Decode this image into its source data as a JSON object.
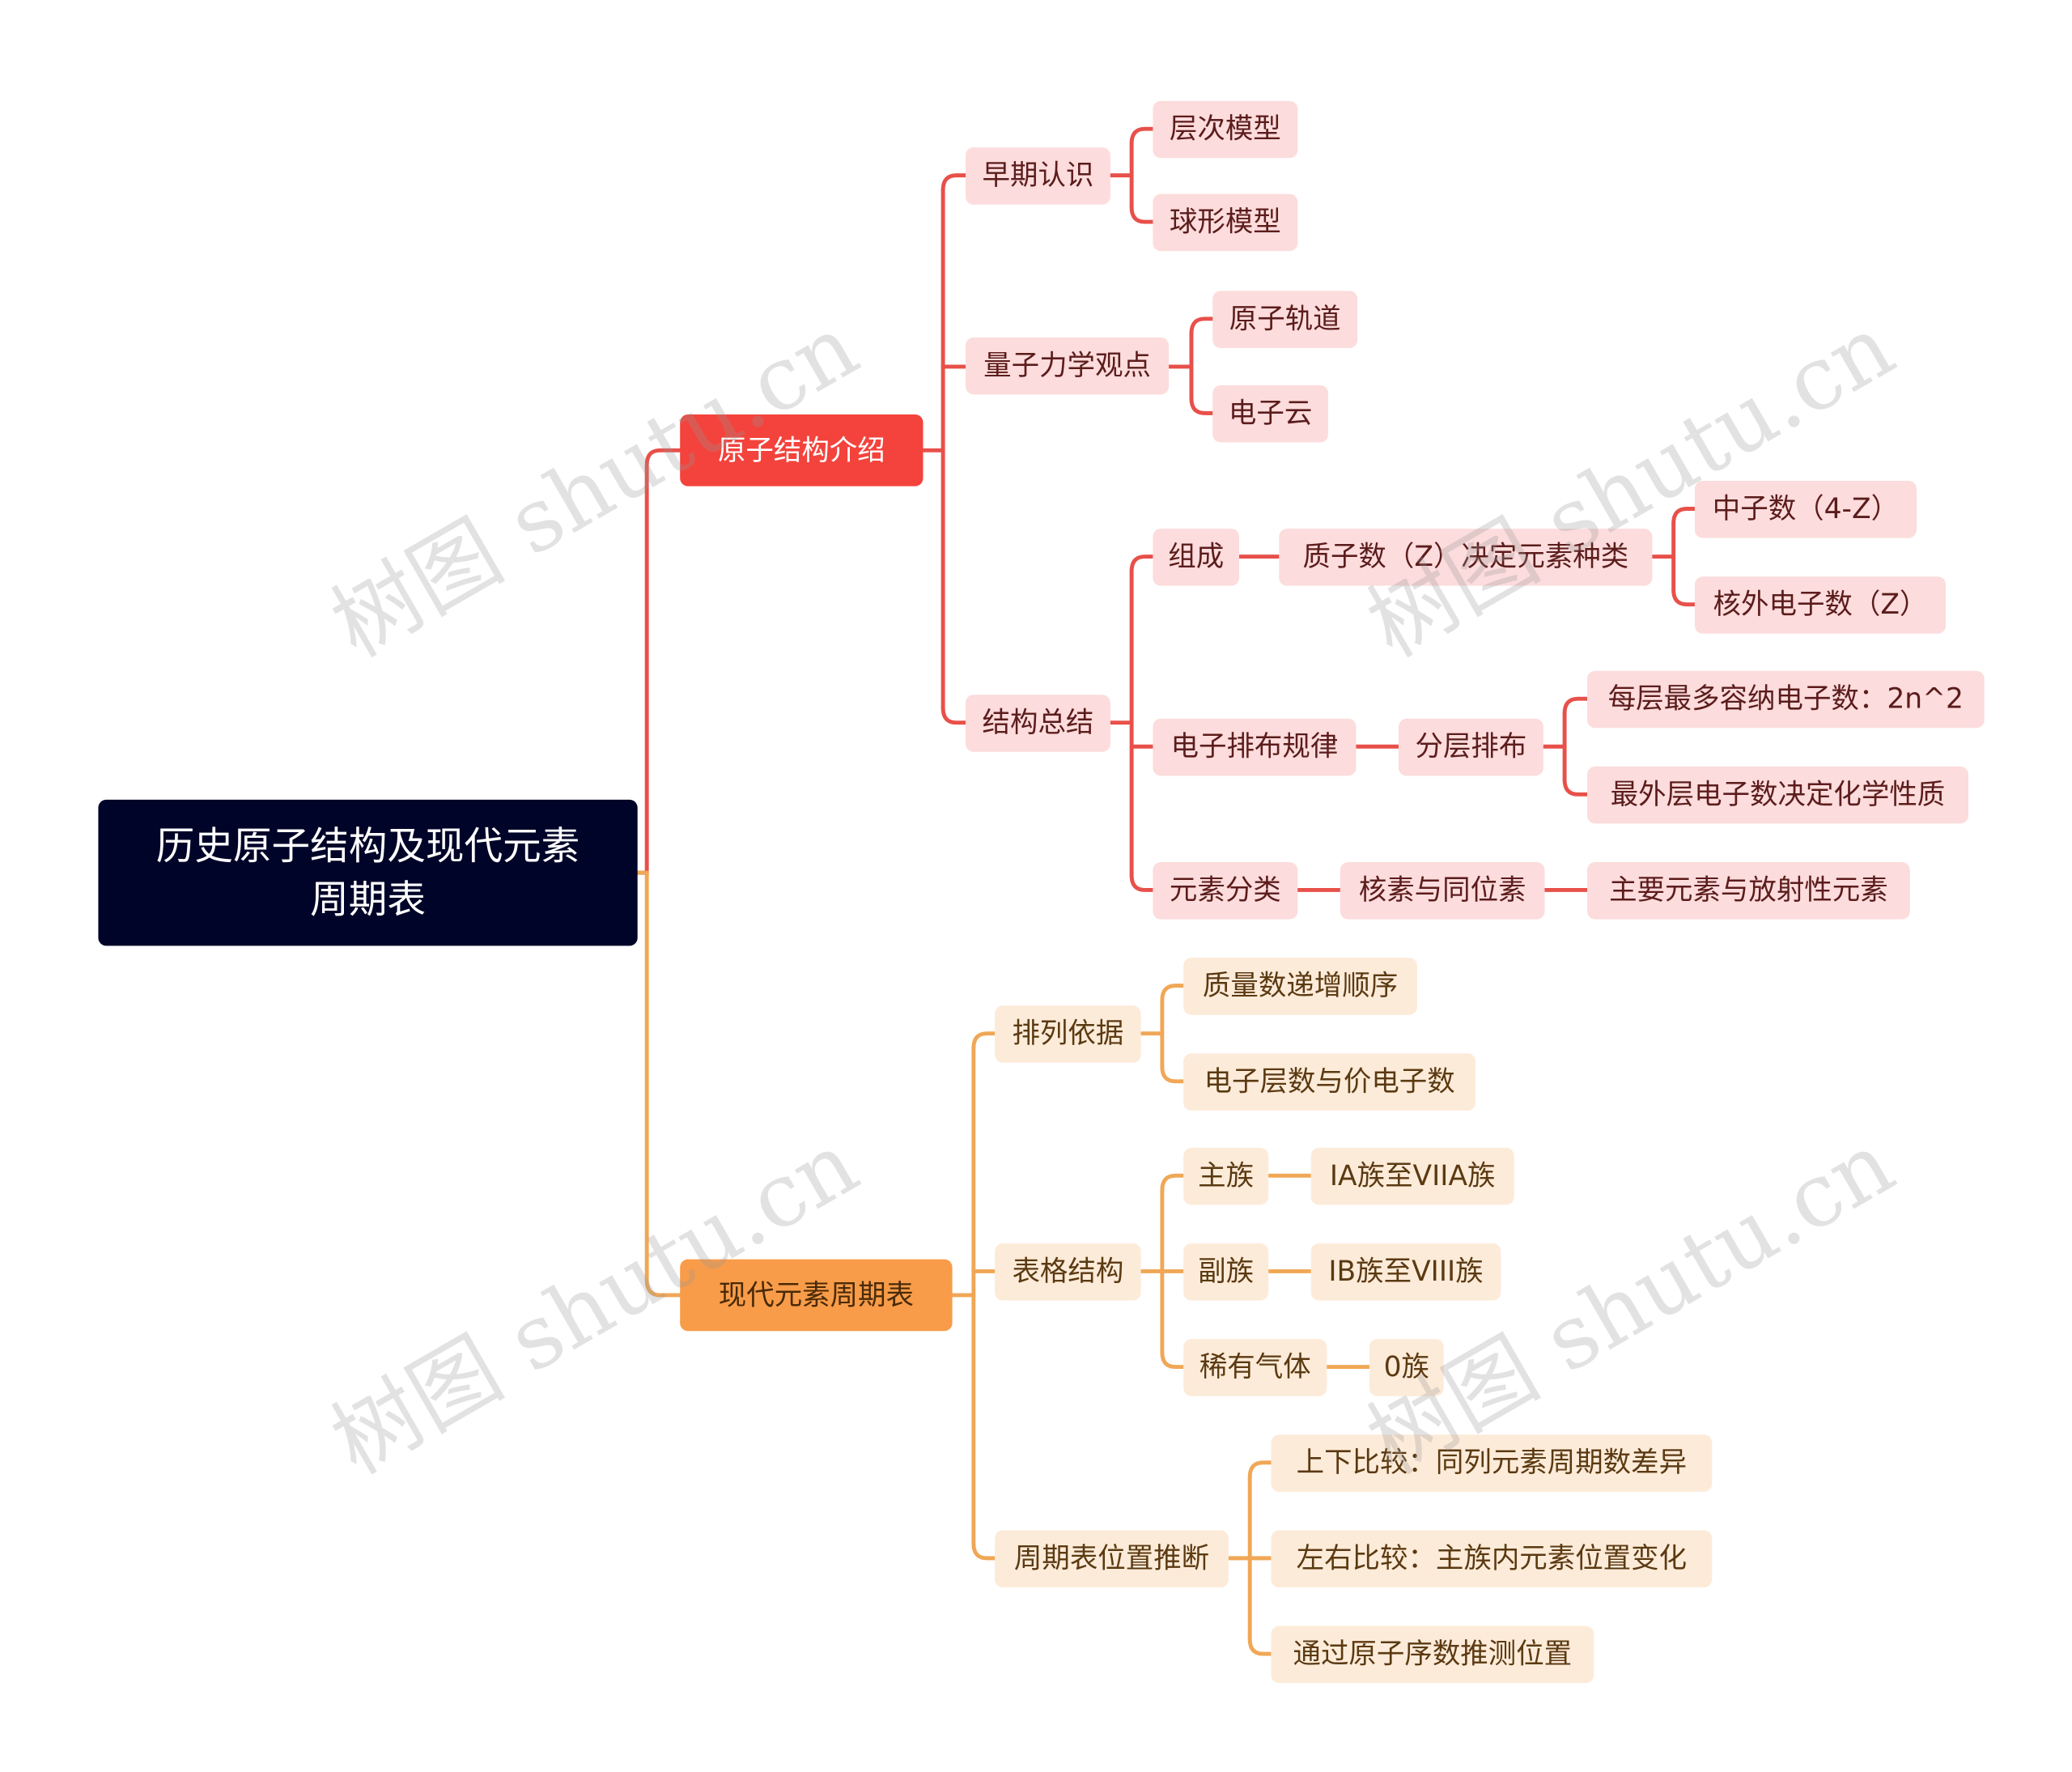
{
  "root": {
    "title": "历史原子结构及现代元素周期表"
  },
  "branch1": {
    "label": "原子结构介绍",
    "early": {
      "label": "早期认识",
      "items": [
        "层次模型",
        "球形模型"
      ]
    },
    "quantum": {
      "label": "量子力学观点",
      "items": [
        "原子轨道",
        "电子云"
      ]
    },
    "summary": {
      "label": "结构总结",
      "composition": {
        "label": "组成",
        "rule": "质子数（Z）决定元素种类",
        "items": [
          "中子数（4-Z）",
          "核外电子数（Z）"
        ]
      },
      "electron": {
        "label": "电子排布规律",
        "rule": "分层排布",
        "items": [
          "每层最多容纳电子数：2n^2",
          "最外层电子数决定化学性质"
        ]
      },
      "classify": {
        "label": "元素分类",
        "rule": "核素与同位素",
        "item": "主要元素与放射性元素"
      }
    }
  },
  "branch2": {
    "label": "现代元素周期表",
    "basis": {
      "label": "排列依据",
      "items": [
        "质量数递增顺序",
        "电子层数与价电子数"
      ]
    },
    "table": {
      "label": "表格结构",
      "main": {
        "label": "主族",
        "value": "IA族至VIIA族"
      },
      "sub": {
        "label": "副族",
        "value": "IB族至VIII族"
      },
      "noble": {
        "label": "稀有气体",
        "value": "0族"
      }
    },
    "position": {
      "label": "周期表位置推断",
      "items": [
        "上下比较：同列元素周期数差异",
        "左右比较：主族内元素位置变化",
        "通过原子序数推测位置"
      ]
    }
  },
  "watermark": "树图 shutu.cn",
  "colors": {
    "root": "#000428",
    "branch1": "#f3433c",
    "branch2": "#f89c49",
    "leaf1": "#fcdcdc",
    "leaf2": "#fdebd9",
    "line1": "#e8504a",
    "line2": "#f0a756"
  }
}
